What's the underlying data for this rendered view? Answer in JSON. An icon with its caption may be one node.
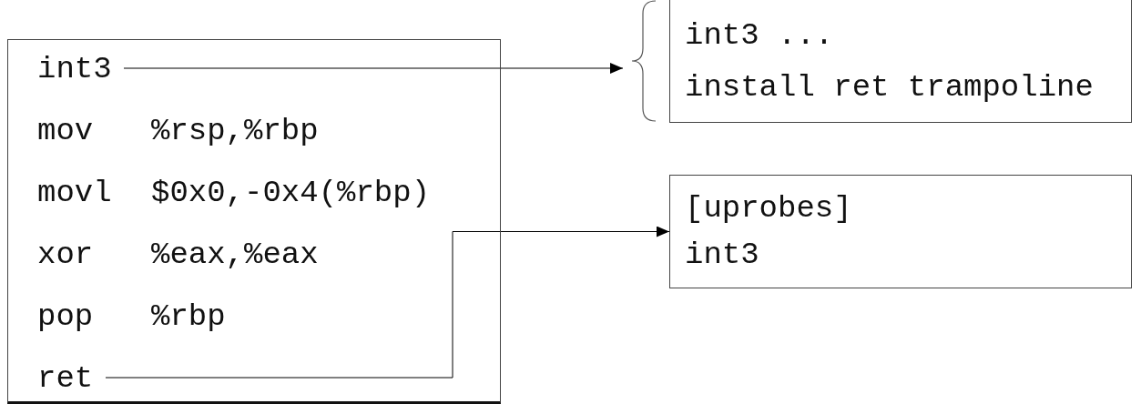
{
  "diagram": {
    "nodes": [
      {
        "text": [],
        "shape": "box"
      },
      {
        "text": [
          "int3"
        ],
        "in": 0
      },
      {
        "text": [
          "mov",
          "%rsp,%rbp"
        ],
        "in": 0
      },
      {
        "text": [
          "movl",
          "$0x0,-0x4(%rbp)"
        ],
        "in": 0
      },
      {
        "text": [
          "xor",
          "%eax,%eax"
        ],
        "in": 0
      },
      {
        "text": [
          "pop",
          "%rbp"
        ],
        "in": 0
      },
      {
        "text": [
          "ret"
        ],
        "in": 0
      },
      {
        "text": [
          "int3 ...",
          "install ret trampoline"
        ]
      },
      {
        "text": [
          "[uprobes]",
          "int3"
        ]
      }
    ],
    "edges": [
      {
        "from": 1,
        "to": 7,
        "arrow": "to"
      },
      {
        "from": 6,
        "to": 8,
        "arrow": "to"
      }
    ]
  }
}
